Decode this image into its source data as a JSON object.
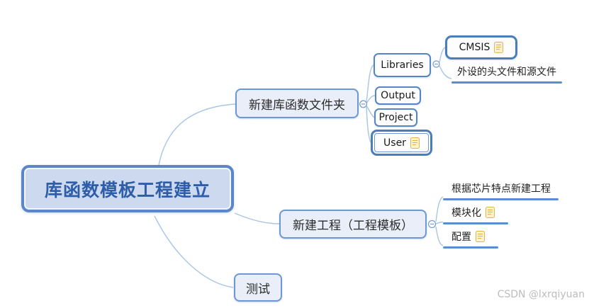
{
  "root": {
    "label": "库函数模板工程建立"
  },
  "branches": {
    "folder": {
      "label": "新建库函数文件夹"
    },
    "project": {
      "label": "新建工程（工程模板）"
    },
    "test": {
      "label": "测试"
    }
  },
  "folder_children": {
    "libraries": {
      "label": "Libraries"
    },
    "output": {
      "label": "Output"
    },
    "project": {
      "label": "Project"
    },
    "user": {
      "label": "User",
      "has_note_icon": true
    }
  },
  "libraries_children": {
    "cmsis": {
      "label": "CMSIS",
      "has_note_icon": true
    },
    "peripheral": {
      "label": "外设的头文件和源文件"
    }
  },
  "project_children": {
    "chip": {
      "label": "根据芯片特点新建工程"
    },
    "modular": {
      "label": "模块化",
      "has_note_icon": true
    },
    "config": {
      "label": "配置",
      "has_note_icon": true
    }
  },
  "collapse_handle_glyph": "−",
  "watermark": {
    "text": "CSDN @lxrqiyuan"
  },
  "colors": {
    "root_fill": "#cdd9ee",
    "root_border": "#5b87c9",
    "root_text": "#2e5da9",
    "branch_fill": "#e9eef8",
    "branch_border": "#6f97d3",
    "child_border": "#5585c7",
    "selected_border": "#4a7ebb",
    "connector": "#a9c5e6",
    "underline": "#5b8bd0",
    "note_icon_fill": "#fdf4cd",
    "note_icon_stroke": "#e2b64f"
  }
}
